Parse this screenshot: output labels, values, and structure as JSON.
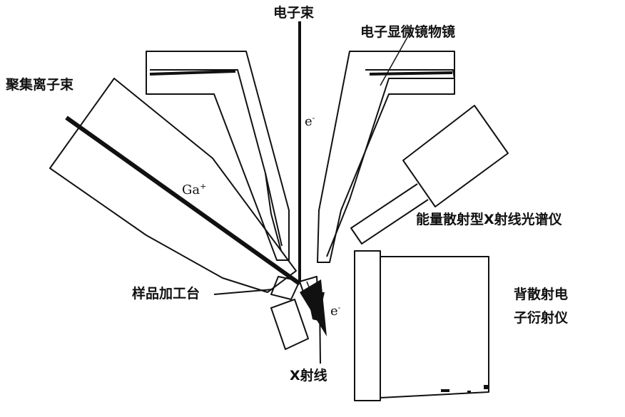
{
  "labels": {
    "electron_beam": "电子束",
    "objective_lens": "电子显微镜物镜",
    "focused_ion_beam": "聚集离子束",
    "eds": "能量散射型X射线光谱仪",
    "stage": "样品加工台",
    "ebsd_line1": "背散射电",
    "ebsd_line2": "子衍射仪",
    "xray": "X射线"
  },
  "symbols": {
    "electron_top": "e",
    "electron_top_sup": "-",
    "gallium": "Ga",
    "gallium_sup": "+",
    "electron_side": "e",
    "electron_side_sup": "-"
  },
  "colors": {
    "ink": "#111111",
    "paper": "#ffffff"
  }
}
